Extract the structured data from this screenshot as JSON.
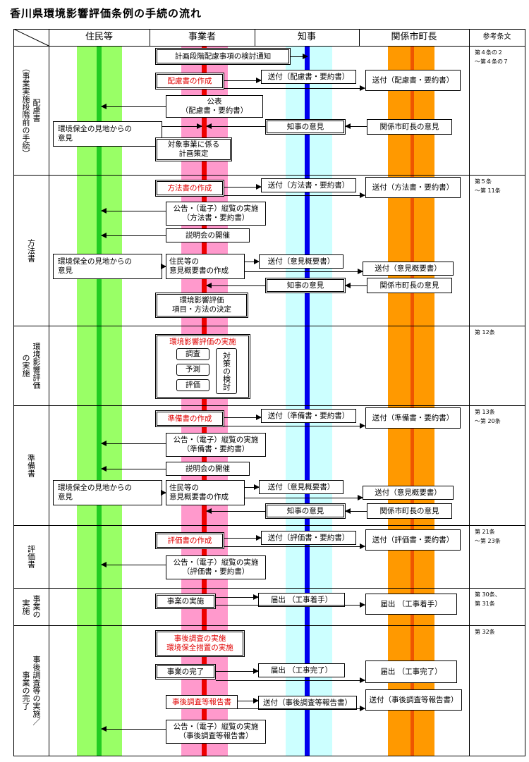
{
  "title": "香川県環境影響評価条例の手続の流れ",
  "headers": {
    "residents": "住民等",
    "business": "事業者",
    "governor": "知事",
    "mayors": "関係市町長",
    "articles": "参考条文"
  },
  "colors": {
    "green_band": "#99ff66",
    "green_line": "#22cc22",
    "pink_band": "#ff99cc",
    "red_line": "#ee0000",
    "cyan_band": "#ccffff",
    "blue_line": "#0000ee",
    "orange_band": "#ff9900",
    "orange_line": "#ee5500"
  },
  "sections": {
    "s1": {
      "label": [
        "配慮書",
        "（事業実施段階前の手続）"
      ],
      "articles": "第４条の２\n～第４条の７"
    },
    "s2": {
      "label": [
        "方法書"
      ],
      "articles": "第５条\n～第 11条"
    },
    "s3": {
      "label": [
        "環境影響評価",
        "の実施"
      ],
      "articles": "第 12条"
    },
    "s4": {
      "label": [
        "準備書"
      ],
      "articles": "第 13条\n～第 20条"
    },
    "s5": {
      "label": [
        "評価書"
      ],
      "articles": "第 21条\n～第 23条"
    },
    "s6": {
      "label": [
        "事業の",
        "実施"
      ],
      "articles": "第 30条、\n第 31条"
    },
    "s7": {
      "label": [
        "事後調査等の実施／",
        "事業の完了"
      ],
      "articles": "第 32条"
    }
  },
  "boxes": {
    "s1": {
      "notice": "計画段階配慮事項の検討通知",
      "create": "配慮書の作成",
      "send_gov": "送付（配慮書・要約書）",
      "send_mayor": "送付（配慮書・要約書）",
      "publish": [
        "公表",
        "（配慮書・要約書）"
      ],
      "opinion_res": [
        "環境保全の見地からの",
        "意見"
      ],
      "gov_opinion": "知事の意見",
      "mayor_opinion": "関係市町長の意見",
      "decide": [
        "対象事業に係る",
        "計画策定"
      ]
    },
    "s2": {
      "create": "方法書の作成",
      "send_gov": "送付（方法書・要約書）",
      "send_mayor": "送付（方法書・要約書）",
      "announce": [
        "公告・（電子）縦覧の実施",
        "（方法書・要約書）"
      ],
      "meeting": "説明会の開催",
      "opinion_res": [
        "環境保全の見地からの",
        "意見"
      ],
      "summary": [
        "住民等の",
        "意見概要書の作成"
      ],
      "send_gov2": "送付（意見概要書）",
      "send_mayor2": "送付（意見概要書）",
      "gov_opinion": "知事の意見",
      "mayor_opinion": "関係市町長の意見",
      "decide": [
        "環境影響評価",
        "項目・方法の決定"
      ]
    },
    "s3": {
      "title": "環境影響評価の実施",
      "survey": "調査",
      "predict": "予測",
      "evaluate": "評価",
      "measures": "対策の検討"
    },
    "s4": {
      "create": "準備書の作成",
      "send_gov": "送付（準備書・要約書）",
      "send_mayor": "送付（準備書・要約書）",
      "announce": [
        "公告・（電子）縦覧の実施",
        "（準備書・要約書）"
      ],
      "meeting": "説明会の開催",
      "opinion_res": [
        "環境保全の見地からの",
        "意見"
      ],
      "summary": [
        "住民等の",
        "意見概要書の作成"
      ],
      "send_gov2": "送付（意見概要書）",
      "send_mayor2": "送付（意見概要書）",
      "gov_opinion": "知事の意見",
      "mayor_opinion": "関係市町長の意見"
    },
    "s5": {
      "create": "評価書の作成",
      "send_gov": "送付（評価書・要約書）",
      "send_mayor": "送付（評価書・要約書）",
      "announce": [
        "公告・（電子）縦覧の実施",
        "（評価書・要約書）"
      ]
    },
    "s6": {
      "exec": "事業の実施",
      "report_gov": "届出 （工事着手）",
      "report_mayor": "届出 （工事着手）"
    },
    "s7": {
      "post": [
        "事後調査の実施",
        "環境保全措置の実施"
      ],
      "complete": "事業の完了",
      "report_gov": "届出 （工事完了）",
      "report_mayor": "届出 （工事完了）",
      "report": "事後調査等報告書",
      "send_gov": "送付（事後調査等報告書）",
      "send_mayor": "送付（事後調査等報告書）",
      "announce": [
        "公告・（電子）縦覧の実施",
        "（事後調査等報告書）"
      ]
    }
  }
}
